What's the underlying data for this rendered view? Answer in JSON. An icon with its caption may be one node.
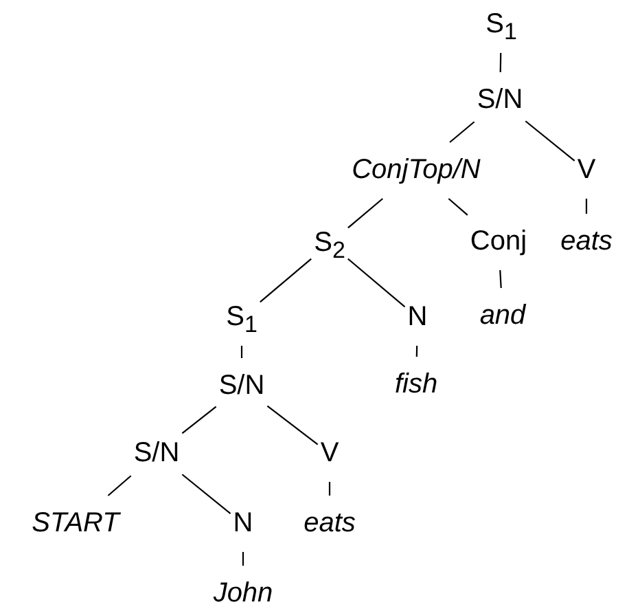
{
  "diagram": {
    "nodes": [
      {
        "text": [
          "S$_{1}$"
        ]
      },
      {
        "text": [
          "S/N"
        ]
      },
      {
        "text": [
          "ConjTop/N"
        ]
      },
      {
        "text": [
          "V"
        ]
      },
      {
        "text": [
          "S$_{2}$"
        ]
      },
      {
        "text": [
          "Conj"
        ]
      },
      {
        "text": [
          "eats"
        ]
      },
      {
        "text": [
          "S$_{1}$"
        ]
      },
      {
        "text": [
          "N"
        ]
      },
      {
        "text": [
          "and"
        ]
      },
      {
        "text": [
          "S/N"
        ]
      },
      {
        "text": [
          "fish"
        ]
      },
      {
        "text": [
          "S/N"
        ]
      },
      {
        "text": [
          "V"
        ]
      },
      {
        "text": [
          "START"
        ]
      },
      {
        "text": [
          "N"
        ]
      },
      {
        "text": [
          "eats"
        ]
      },
      {
        "text": [
          "John"
        ]
      }
    ],
    "edges": [
      {
        "from": 0,
        "to": 1,
        "arrow": "none"
      },
      {
        "from": 1,
        "to": 2,
        "arrow": "none"
      },
      {
        "from": 1,
        "to": 3,
        "arrow": "none"
      },
      {
        "from": 3,
        "to": 6,
        "arrow": "none"
      },
      {
        "from": 2,
        "to": 4,
        "arrow": "none"
      },
      {
        "from": 2,
        "to": 5,
        "arrow": "none"
      },
      {
        "from": 5,
        "to": 9,
        "arrow": "none"
      },
      {
        "from": 4,
        "to": 7,
        "arrow": "none"
      },
      {
        "from": 4,
        "to": 8,
        "arrow": "none"
      },
      {
        "from": 8,
        "to": 11,
        "arrow": "none"
      },
      {
        "from": 7,
        "to": 10,
        "arrow": "none"
      },
      {
        "from": 10,
        "to": 12,
        "arrow": "none"
      },
      {
        "from": 10,
        "to": 13,
        "arrow": "none"
      },
      {
        "from": 13,
        "to": 16,
        "arrow": "none"
      },
      {
        "from": 12,
        "to": 14,
        "arrow": "none"
      },
      {
        "from": 12,
        "to": 15,
        "arrow": "none"
      },
      {
        "from": 15,
        "to": 17,
        "arrow": "none"
      }
    ]
  }
}
